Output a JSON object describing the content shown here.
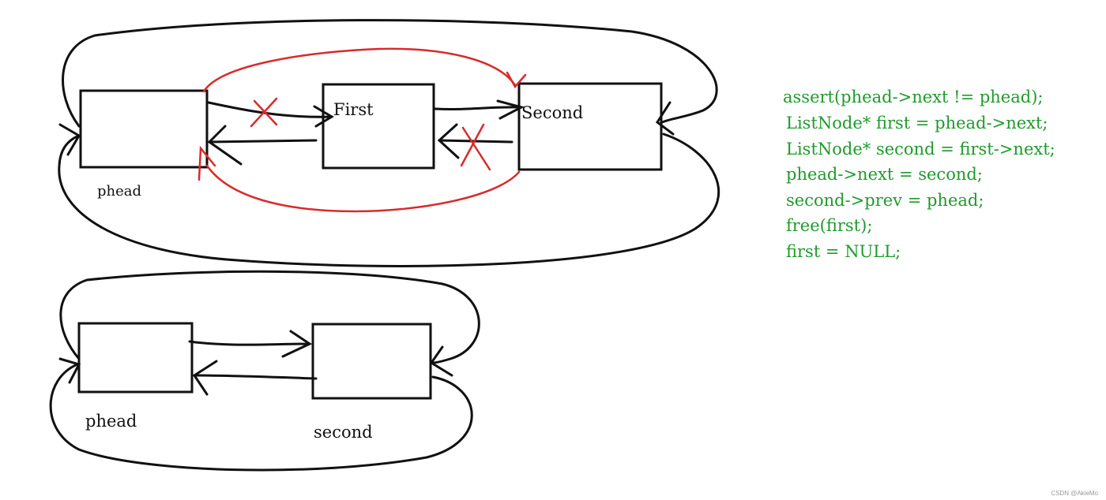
{
  "top_diagram": {
    "nodes": {
      "head_caption": "phead",
      "first_label": "First",
      "second_label": "Second"
    }
  },
  "bottom_diagram": {
    "nodes": {
      "head_caption": "phead",
      "second_caption": "second"
    }
  },
  "code": {
    "lines": [
      "assert(phead->next != phead);",
      "ListNode* first = phead->next;",
      "ListNode* second = first->next;",
      "phead->next = second;",
      "second->prev = phead;",
      "free(first);",
      "first = NULL;"
    ]
  },
  "colors": {
    "ink": "#111111",
    "red_pen": "#d92a2a",
    "code_green": "#1f9a2c"
  },
  "watermark": "CSDN @AkieMo"
}
